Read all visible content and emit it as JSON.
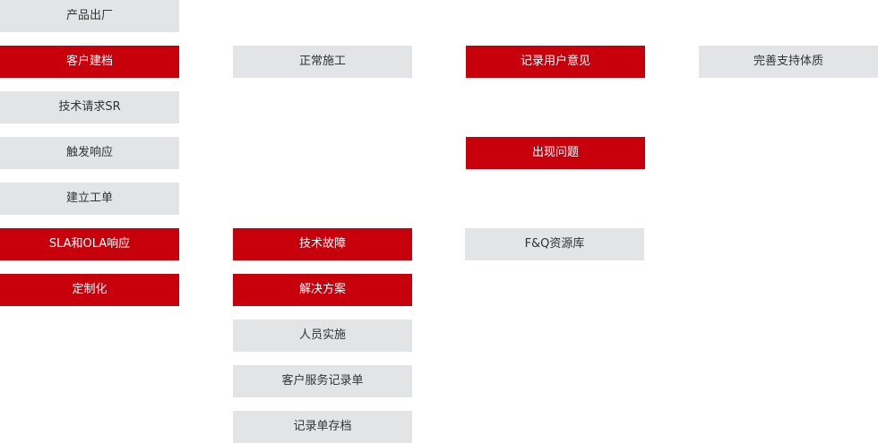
{
  "colors": {
    "highlight_bg": "#c8000b",
    "highlight_text": "#ffffff",
    "normal_bg": "#e3e4e6",
    "normal_text": "#333333"
  },
  "column1": [
    {
      "label": "产品出厂",
      "highlight": false
    },
    {
      "label": "客户建档",
      "highlight": true
    },
    {
      "label": "技术请求SR",
      "highlight": false
    },
    {
      "label": "触发响应",
      "highlight": false
    },
    {
      "label": "建立工单",
      "highlight": false
    },
    {
      "label": "SLA和OLA响应",
      "highlight": true
    },
    {
      "label": "定制化",
      "highlight": true
    }
  ],
  "column2": [
    {
      "label": "正常施工",
      "highlight": false
    },
    {
      "label": "技术故障",
      "highlight": true
    },
    {
      "label": "解决方案",
      "highlight": true
    },
    {
      "label": "人员实施",
      "highlight": false
    },
    {
      "label": "客户服务记录单",
      "highlight": false
    },
    {
      "label": "记录单存档",
      "highlight": false
    }
  ],
  "column3": [
    {
      "label": "记录用户意见",
      "highlight": true
    },
    {
      "label": "出现问题",
      "highlight": true
    },
    {
      "label": "F&Q资源库",
      "highlight": false
    }
  ],
  "column4": [
    {
      "label": "完善支持体质",
      "highlight": false
    }
  ]
}
